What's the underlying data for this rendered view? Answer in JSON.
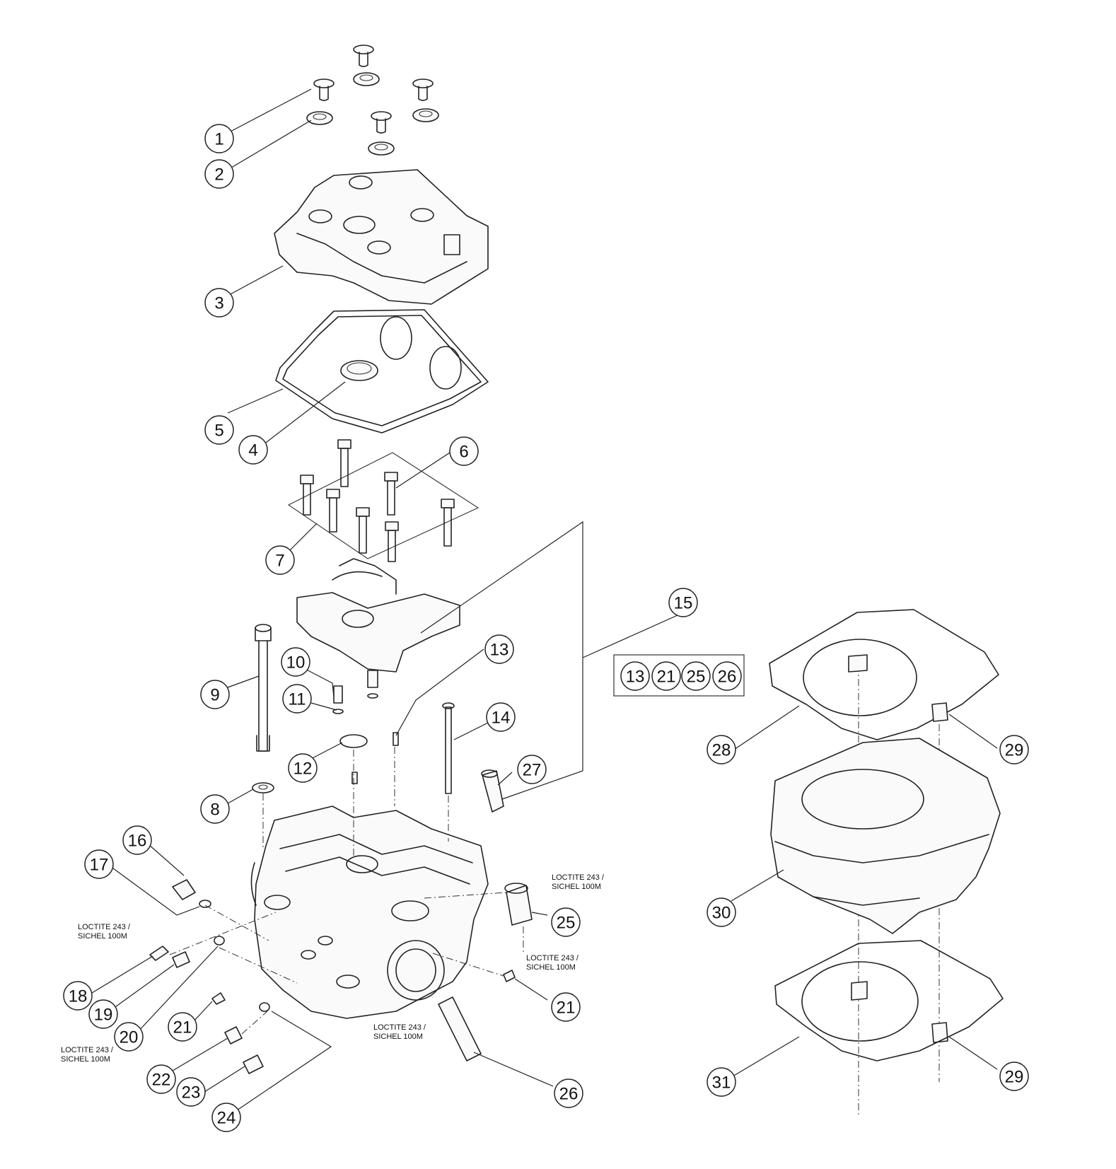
{
  "callouts": {
    "c1": "1",
    "c2": "2",
    "c3": "3",
    "c4": "4",
    "c5": "5",
    "c6": "6",
    "c7": "7",
    "c8": "8",
    "c9": "9",
    "c10": "10",
    "c11": "11",
    "c12": "12",
    "c13": "13",
    "c14": "14",
    "c15": "15",
    "c16": "16",
    "c17": "17",
    "c18": "18",
    "c19": "19",
    "c20": "20",
    "c21a": "21",
    "c21b": "21",
    "c22": "22",
    "c23": "23",
    "c24": "24",
    "c25": "25",
    "c26": "26",
    "c27": "27",
    "c28": "28",
    "c29a": "29",
    "c29b": "29",
    "c30": "30",
    "c31": "31"
  },
  "kit": {
    "items": [
      "13",
      "21",
      "25",
      "26"
    ]
  },
  "notes": {
    "n1_l1": "LOCTITE 243 /",
    "n1_l2": "SICHEL 100M",
    "n2_l1": "LOCTITE 243 /",
    "n2_l2": "SICHEL 100M",
    "n3_l1": "LOCTITE 243 /",
    "n3_l2": "SICHEL 100M",
    "n4_l1": "LOCTITE 243 /",
    "n4_l2": "SICHEL 100M",
    "n5_l1": "LOCTITE 243 /",
    "n5_l2": "SICHEL 100M"
  }
}
